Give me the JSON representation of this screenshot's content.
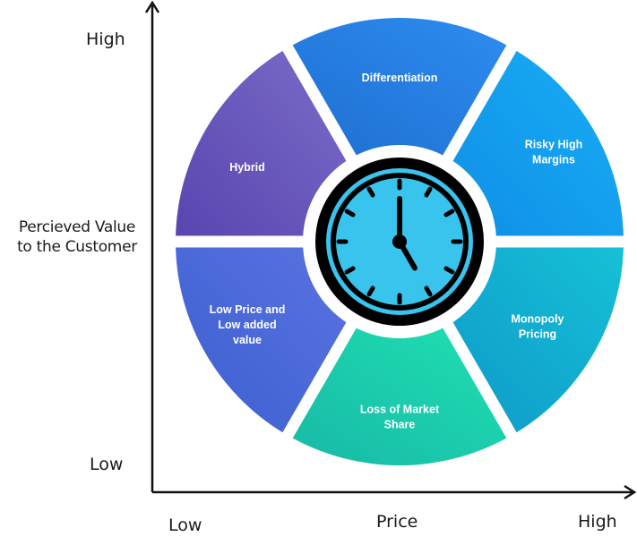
{
  "y_axis": {
    "label_line1": "Percieved Value",
    "label_line2": "to the Customer",
    "high": "High",
    "low": "Low"
  },
  "x_axis": {
    "label": "Price",
    "low": "Low",
    "high": "High"
  },
  "segments": [
    {
      "id": "differentiation",
      "lines": [
        "Differentiation"
      ],
      "color_start": "#1f6fd1",
      "color_end": "#2e8cf0"
    },
    {
      "id": "risky-high-margins",
      "lines": [
        "Risky High",
        "Margins"
      ],
      "color_start": "#0f8fe6",
      "color_end": "#19aef5"
    },
    {
      "id": "monopoly-pricing",
      "lines": [
        "Monopoly",
        "Pricing"
      ],
      "color_start": "#0e9ac9",
      "color_end": "#16c0d6"
    },
    {
      "id": "loss-of-market-share",
      "lines": [
        "Loss of Market",
        "Share"
      ],
      "color_start": "#18b9a6",
      "color_end": "#1fe0b3"
    },
    {
      "id": "low-price-low-added-value",
      "lines": [
        "Low Price and",
        "Low added",
        "value"
      ],
      "color_start": "#3b5fd0",
      "color_end": "#5a73e0"
    },
    {
      "id": "hybrid",
      "lines": [
        "Hybrid"
      ],
      "color_start": "#5a45b0",
      "color_end": "#7a6cc8"
    }
  ],
  "center": {
    "icon": "clock-icon",
    "face_color": "#38c4ec",
    "ring_color": "#000000"
  }
}
